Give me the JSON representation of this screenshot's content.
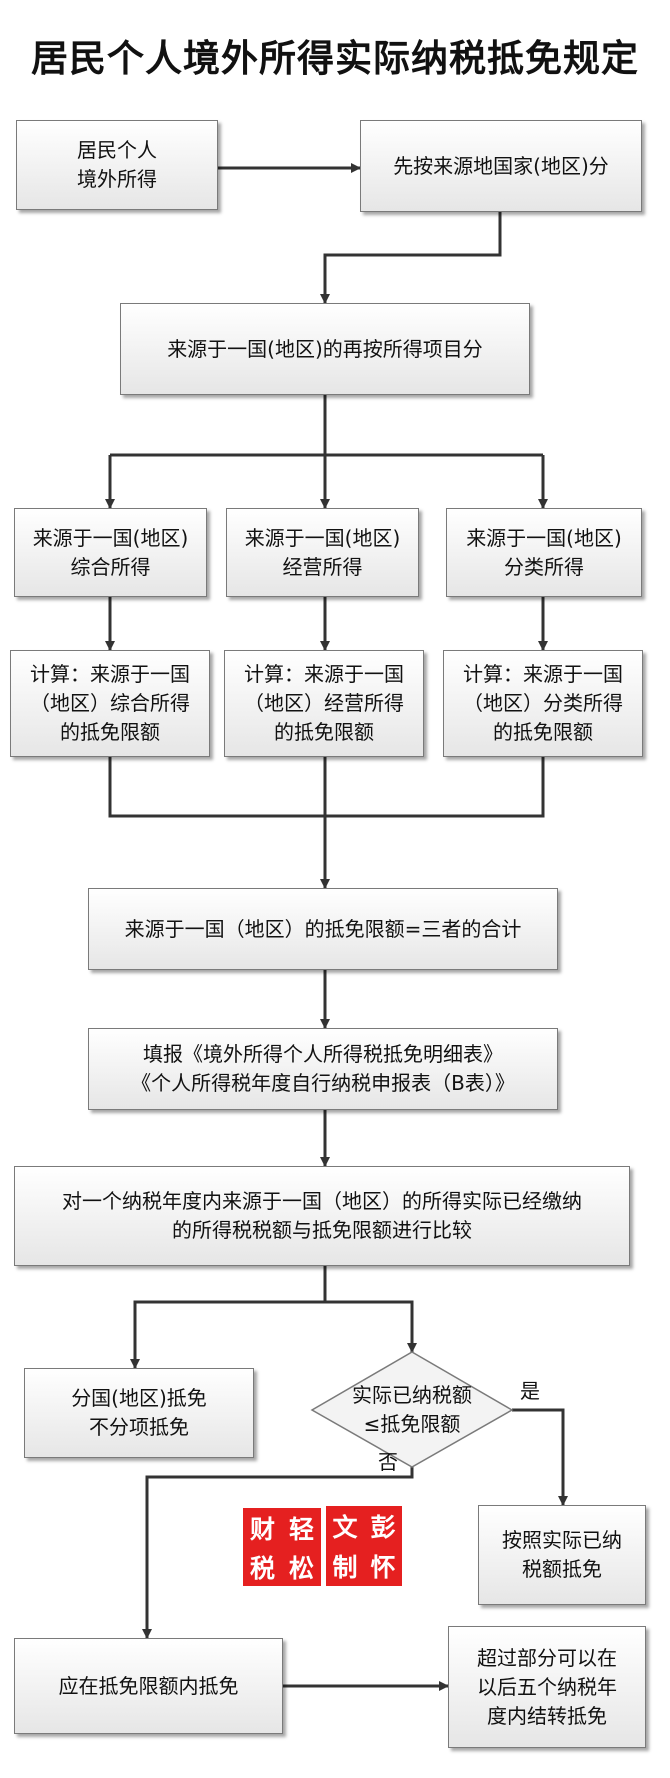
{
  "title": "居民个人境外所得实际纳税抵免规定",
  "nodes": {
    "source": [
      "居民个人",
      "境外所得"
    ],
    "by_country": [
      "先按来源地国家(地区)分"
    ],
    "by_item": [
      "来源于一国(地区)的再按所得项目分"
    ],
    "comprehensive": [
      "来源于一国(地区)",
      "综合所得"
    ],
    "business": [
      "来源于一国(地区)",
      "经营所得"
    ],
    "classified": [
      "来源于一国(地区)",
      "分类所得"
    ],
    "calc_comprehensive": [
      "计算：来源于一国",
      "（地区）综合所得",
      "的抵免限额"
    ],
    "calc_business": [
      "计算：来源于一国",
      "（地区）经营所得",
      "的抵免限额"
    ],
    "calc_classified": [
      "计算：来源于一国",
      "（地区）分类所得",
      "的抵免限额"
    ],
    "total_limit": [
      "来源于一国（地区）的抵免限额=三者的合计"
    ],
    "fill_forms": [
      "填报《境外所得个人所得税抵免明细表》",
      "《个人所得税年度自行纳税申报表（B表）》"
    ],
    "compare": [
      "对一个纳税年度内来源于一国（地区）的所得实际已经缴纳",
      "的所得税税额与抵免限额进行比较"
    ],
    "by_country_note": [
      "分国(地区)抵免",
      "不分项抵免"
    ],
    "decision": [
      "实际已纳税额",
      "≤抵免限额"
    ],
    "yes_result": [
      "按照实际已纳",
      "税额抵免"
    ],
    "no_result": [
      "应在抵免限额内抵免"
    ],
    "carry_forward": [
      "超过部分可以在",
      "以后五个纳税年",
      "度内结转抵免"
    ]
  },
  "labels": {
    "yes": "是",
    "no": "否"
  },
  "seal": {
    "left": [
      "财",
      "轻",
      "税",
      "松"
    ],
    "right": [
      "文",
      "彭",
      "制",
      "怀"
    ]
  },
  "colors": {
    "stroke": "#333333",
    "box_border": "#7a7a7a",
    "seal": "#e52020"
  }
}
